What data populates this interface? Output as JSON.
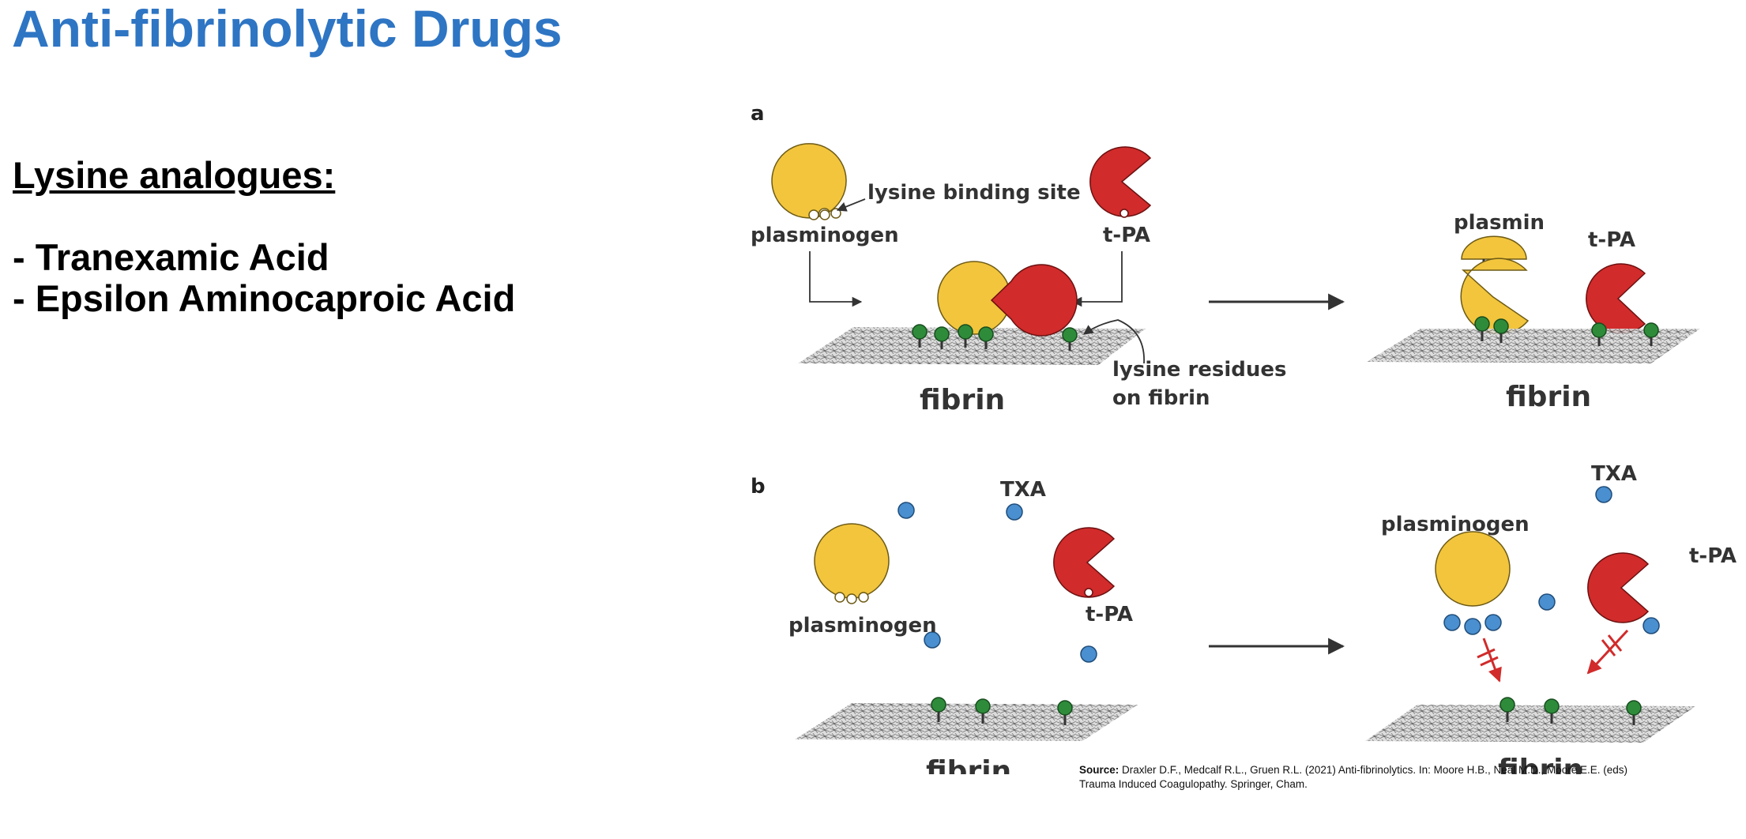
{
  "slide": {
    "title": "Anti-fibrinolytic Drugs",
    "subheading": "Lysine analogues:",
    "bullets": [
      "- Tranexamic Acid",
      "- Epsilon Aminocaproic Acid"
    ]
  },
  "figure": {
    "panel_a": {
      "panel_label": "a",
      "plasminogen": "plasminogen",
      "binding_site": "lysine binding site",
      "tpa": "t-PA",
      "lysine_residues_line1": "lysine residues",
      "lysine_residues_line2": "on fibrin",
      "fibrin": "fibrin",
      "plasmin": "plasmin",
      "tpa_right": "t-PA",
      "fibrin_right": "fibrin"
    },
    "panel_b": {
      "panel_label": "b",
      "txa": "TXA",
      "plasminogen": "plasminogen",
      "tpa": "t-PA",
      "fibrin": "fibrin",
      "txa_right": "TXA",
      "plasminogen_right": "plasminogen",
      "tpa_right": "t-PA",
      "fibrin_right": "fibrin"
    },
    "colors": {
      "plasminogen": "#f2c53d",
      "tpa": "#d12b2b",
      "txa": "#4a8fcf",
      "lysine": "#2e8b3a",
      "block_arrow": "#d12b2b"
    }
  },
  "source": {
    "label": "Source:",
    "text": "Draxler D.F., Medcalf R.L., Gruen R.L. (2021) Anti-fibrinolytics. In: Moore H.B., Neal M.D., Moore E.E. (eds) Trauma Induced Coagulopathy. Springer, Cham."
  }
}
